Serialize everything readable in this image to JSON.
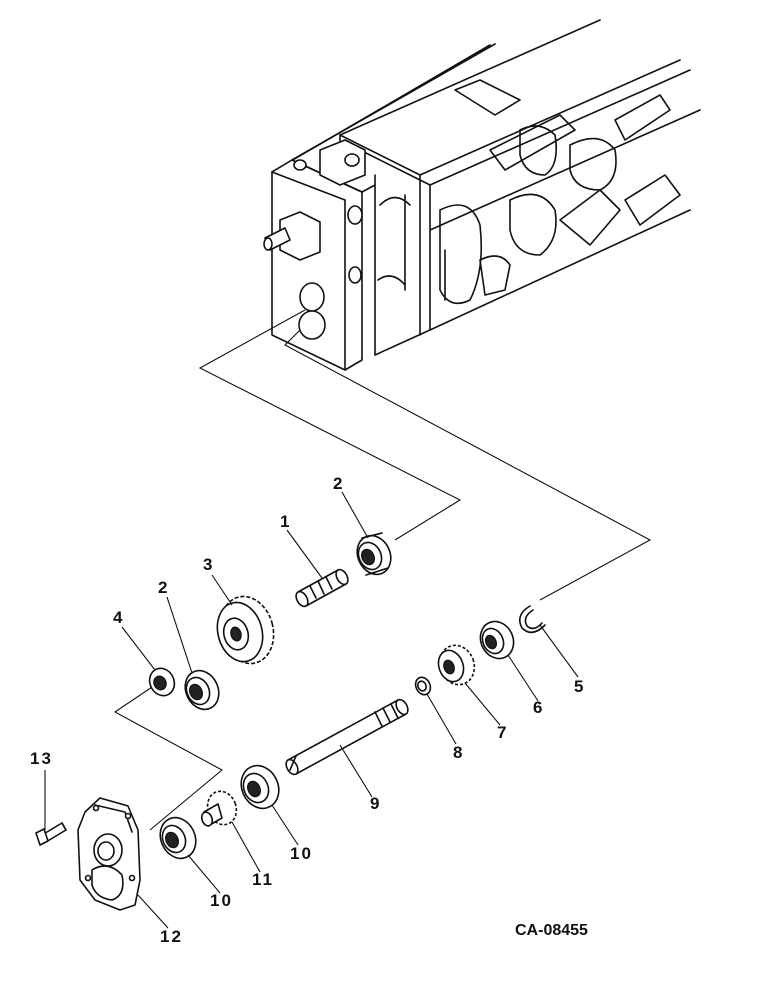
{
  "drawing_code": "CA-08455",
  "callouts": {
    "c1": "1",
    "c2a": "2",
    "c2b": "2",
    "c3": "3",
    "c4": "4",
    "c5": "5",
    "c6": "6",
    "c7": "7",
    "c8": "8",
    "c9": "9",
    "c10a": "10",
    "c10b": "10",
    "c11": "11",
    "c12": "12",
    "c13": "13"
  }
}
